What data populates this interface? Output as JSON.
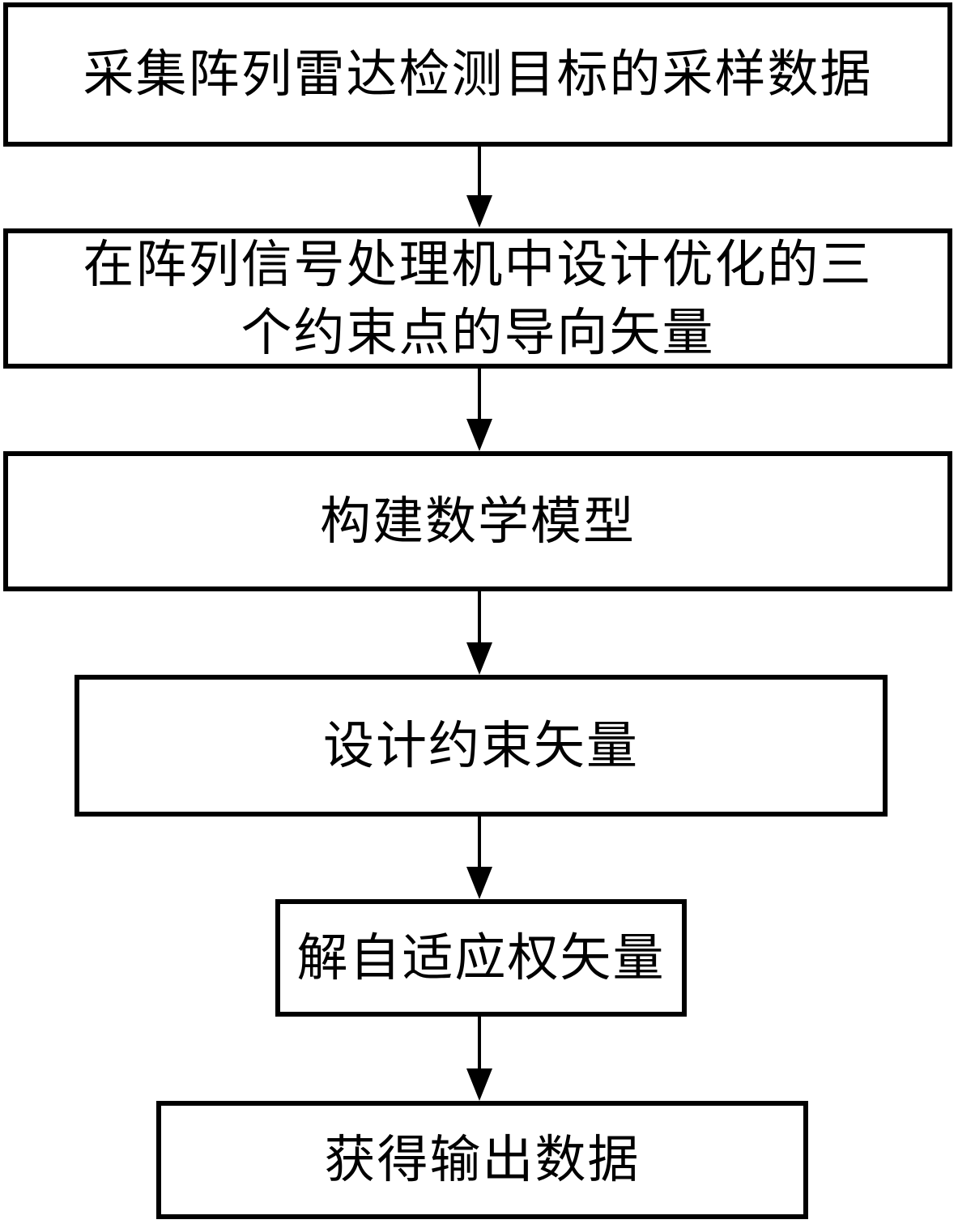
{
  "flowchart": {
    "type": "vertical-flowchart",
    "direction": "top-to-bottom",
    "colors": {
      "background": "#ffffff",
      "line": "#000000",
      "text": "#000000",
      "box_fill": "#ffffff"
    },
    "connector_count": 5,
    "steps": [
      {
        "id": 1,
        "label": "采集阵列雷达检测目标的采样数据",
        "lines": [
          "采集阵列雷达检测目标的采样数据"
        ]
      },
      {
        "id": 2,
        "label": "在阵列信号处理机中设计优化的三个约束点的导向矢量",
        "lines": [
          "在阵列信号处理机中设计优化的三",
          "个约束点的导向矢量"
        ]
      },
      {
        "id": 3,
        "label": "构建数学模型",
        "lines": [
          "构建数学模型"
        ]
      },
      {
        "id": 4,
        "label": "设计约束矢量",
        "lines": [
          "设计约束矢量"
        ]
      },
      {
        "id": 5,
        "label": "解自适应权矢量",
        "lines": [
          "解自适应权矢量"
        ]
      },
      {
        "id": 6,
        "label": "获得输出数据",
        "lines": [
          "获得输出数据"
        ]
      }
    ]
  }
}
